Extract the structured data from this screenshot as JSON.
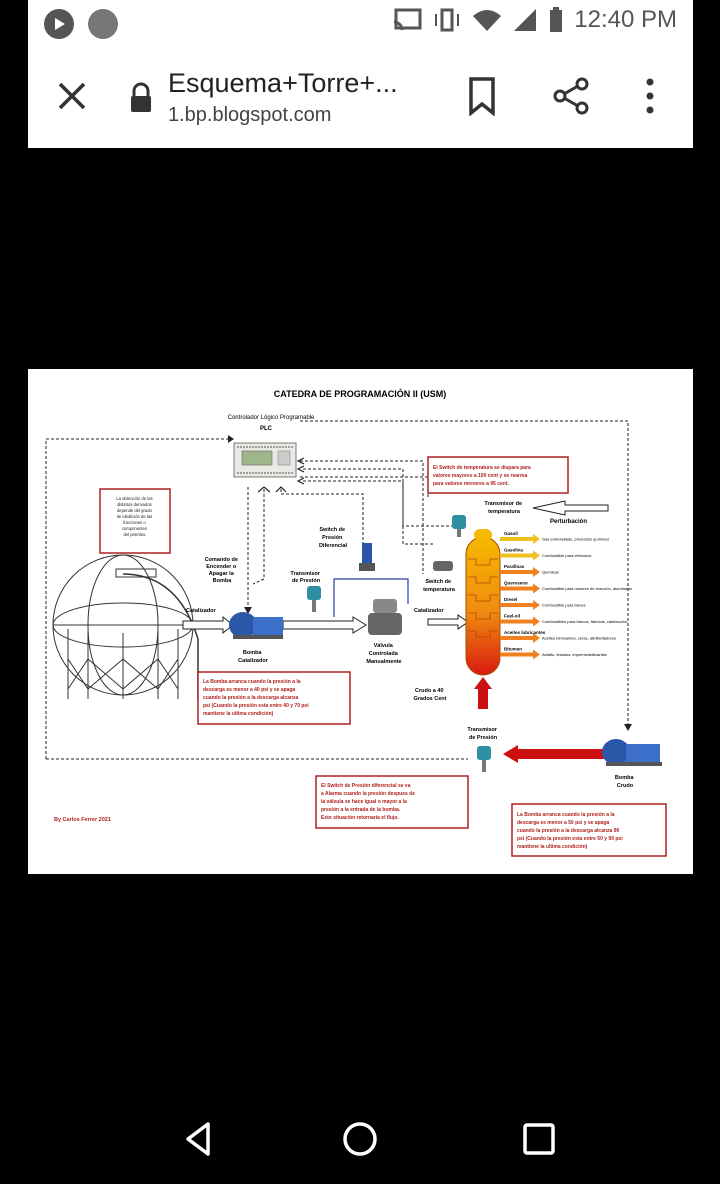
{
  "status_bar": {
    "time": "12:40 PM"
  },
  "browser": {
    "title": "Esquema+Torre+...",
    "url": "1.bp.blogspot.com"
  },
  "diagram": {
    "title": "CATEDRA DE PROGRAMACIÓN II (USM)",
    "plc_label": "Controlador Lógico Programable",
    "plc_short": "PLC",
    "info_box_left": [
      "La obtención de los",
      "distintos derivados",
      "depende del grado",
      "de ebullición de las",
      "fracciones o",
      "componentes",
      "del petróleo."
    ],
    "comando_label": [
      "Comando de",
      "Encender o",
      "Apagar la",
      "Bomba"
    ],
    "transmisor_presion_label": [
      "Transmisor",
      "de Presión"
    ],
    "switch_presion_label": [
      "Switch de",
      "Presión",
      "Diferencial"
    ],
    "switch_temp_label": [
      "Switch de",
      "temperatura"
    ],
    "transmisor_temp_label": [
      "Transmisor de",
      "temperatura"
    ],
    "perturbacion_label": "Perturbación",
    "temp_box": [
      "El Switch de temperatura se dispara para",
      "valores mayores a 100 cent y se rearma",
      "para valores menores a 95 cent."
    ],
    "catalizador_left": "Catalizador",
    "catalizador_right": "Catalizador",
    "bomba_catalizador": [
      "Bomba",
      "Catalizador"
    ],
    "valvula_label": [
      "Válvula",
      "Controlada",
      "Manualmente"
    ],
    "crudo_label": [
      "Crudo a 40",
      "Grados Cent"
    ],
    "bomba_box": [
      "La Bomba arranca cuando la presión a la",
      "descarga es menor a 40 psi y se apaga",
      "cuando la presión a la descarga alcanza",
      "psi (Cuando la presión esta entre 40 y 70 psi",
      "mantiene la ultima condición)"
    ],
    "transmisor_presion_bottom": [
      "Transmisor",
      "de Presión"
    ],
    "bomba_crudo": [
      "Bomba",
      "Crudo"
    ],
    "switch_box": [
      "El Switch de Presión diferencial se va",
      "a Alarma cuando la presión despues de",
      "la válvula se hace igual o mayor a la",
      "presión a la entrada de la bomba.",
      "Esto situación retornaría el flujo."
    ],
    "bomba_crudo_box": [
      "La Bomba arranca cuando la presión a la",
      "descarga es menor a 50 psi y se apaga",
      "cuando la presión a la descarga alcanza 90",
      "psi (Cuando la presión esta entre 50 y 90 psi",
      "mantiene la ultima condición)"
    ],
    "author": "By Carlos Ferrer 2021",
    "fractions": [
      {
        "name": "Gasoil",
        "use": "Gas embotellado, productos químicos"
      },
      {
        "name": "Gasolina",
        "use": "Combustible para vehículos"
      },
      {
        "name": "Parafinas",
        "use": "Químicas"
      },
      {
        "name": "Queroseno",
        "use": "Combustible para motores de reacción, alumbrado"
      },
      {
        "name": "Diesel",
        "use": "Combustible para trenes"
      },
      {
        "name": "Fuel-oil",
        "use": "Combustibles para barcos, fábricas, calefacción"
      },
      {
        "name": "Aceites lubricantes",
        "use": "Aceites lubricantes, ceras, abrillantadores"
      },
      {
        "name": "Bitumen",
        "use": "Asfalto, lesados, impermeabilizantes"
      }
    ]
  }
}
